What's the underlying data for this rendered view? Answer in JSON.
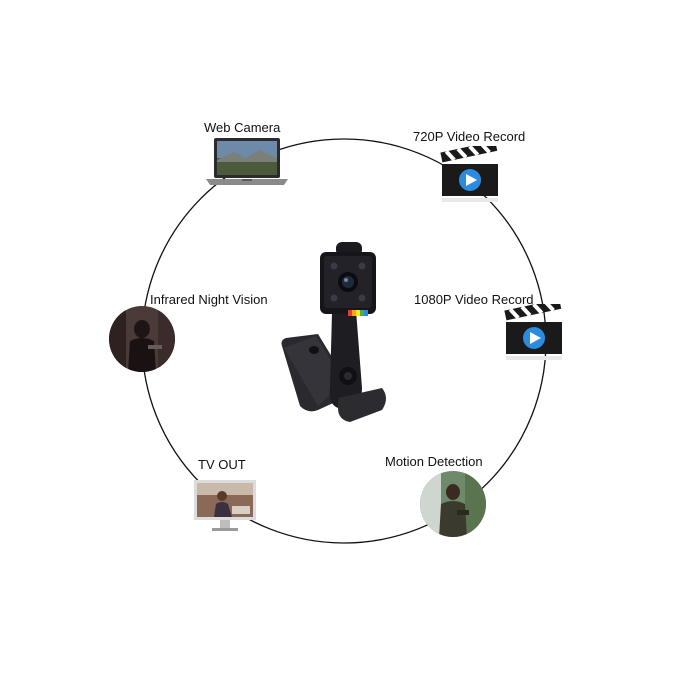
{
  "features": {
    "web_camera": "Web Camera",
    "video_720": "720P Video Record",
    "infrared": "Infrared Night Vision",
    "video_1080": "1080P Video Record",
    "tv_out": "TV OUT",
    "motion": "Motion Detection"
  },
  "icons": {
    "web_camera": "laptop-icon",
    "video_720": "clapperboard-play-icon",
    "infrared": "night-vision-photo",
    "video_1080": "clapperboard-play-icon",
    "tv_out": "monitor-icon",
    "motion": "motion-detection-photo",
    "center": "mini-camera-product"
  },
  "colors": {
    "ring": "#111111",
    "clapper": "#1a1a1a",
    "play": "#2a8be0"
  }
}
